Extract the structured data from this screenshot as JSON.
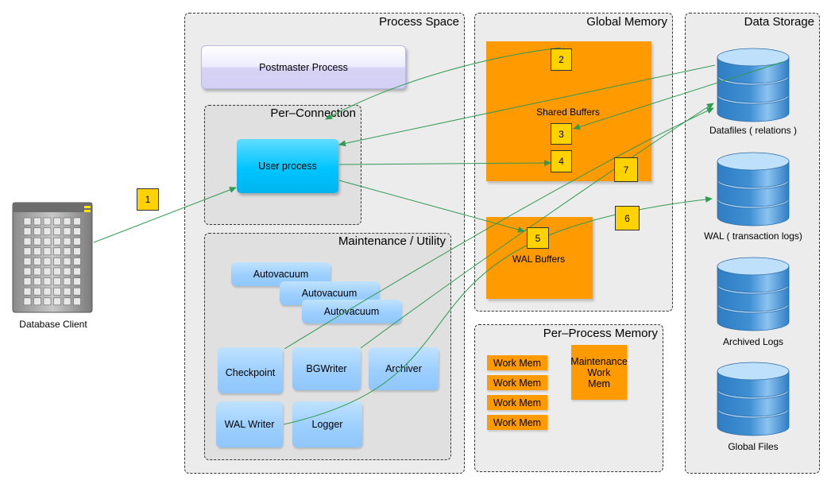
{
  "regions": {
    "process_space": "Process Space",
    "global_memory": "Global Memory",
    "data_storage": "Data Storage",
    "per_connection": "Per–Connection",
    "maintenance": "Maintenance / Utility",
    "per_process_memory": "Per–Process Memory"
  },
  "client": {
    "label": "Database Client"
  },
  "processes": {
    "postmaster": "Postmaster Process",
    "user_process": "User process",
    "autovacuum": [
      "Autovacuum",
      "Autovacuum",
      "Autovacuum"
    ],
    "checkpoint": "Checkpoint",
    "bgwriter": "BGWriter",
    "archiver": "Archiver",
    "wal_writer": "WAL Writer",
    "logger": "Logger"
  },
  "memory": {
    "shared_buffers": "Shared Buffers",
    "wal_buffers": "WAL Buffers",
    "work_mem": [
      "Work Mem",
      "Work Mem",
      "Work Mem",
      "Work Mem"
    ],
    "maintenance_work_mem": [
      "Maintenance",
      "Work",
      "Mem"
    ]
  },
  "storage": {
    "datafiles": "Datafiles ( relations )",
    "wal": "WAL ( transaction logs)",
    "archived_logs": "Archived Logs",
    "global_files": "Global Files"
  },
  "steps": [
    "1",
    "2",
    "3",
    "4",
    "5",
    "6",
    "7"
  ],
  "colors": {
    "arrow": "#2e9a52",
    "badge": "#ffd200",
    "memory": "#ff9a00",
    "user_process": "#00c4ff",
    "process_box": "#9ccfff",
    "cylinder": "#3f8fd2"
  }
}
